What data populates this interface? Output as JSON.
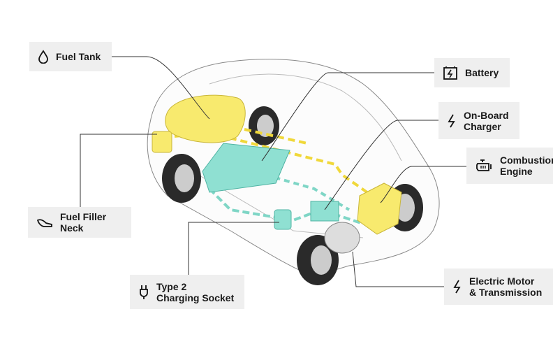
{
  "labels": {
    "fuel_tank": {
      "text": "Fuel Tank",
      "icon": "droplet-icon"
    },
    "battery": {
      "text": "Battery",
      "icon": "battery-icon"
    },
    "charger": {
      "line1": "On-Board",
      "line2": "Charger",
      "icon": "lightning-icon"
    },
    "engine": {
      "line1": "Combustion",
      "line2": "Engine",
      "icon": "engine-icon"
    },
    "filler": {
      "text": "Fuel Filler Neck",
      "icon": "fuel-nozzle-icon"
    },
    "socket": {
      "line1": "Type 2",
      "line2": "Charging Socket",
      "icon": "plug-icon"
    },
    "motor": {
      "line1": "Electric Motor",
      "line2": "& Transmission",
      "icon": "lightning-icon"
    }
  },
  "colors": {
    "fuel": "#f5e66a",
    "electric": "#8fe0d2",
    "label_bg": "#efefef",
    "outline": "#555555"
  }
}
